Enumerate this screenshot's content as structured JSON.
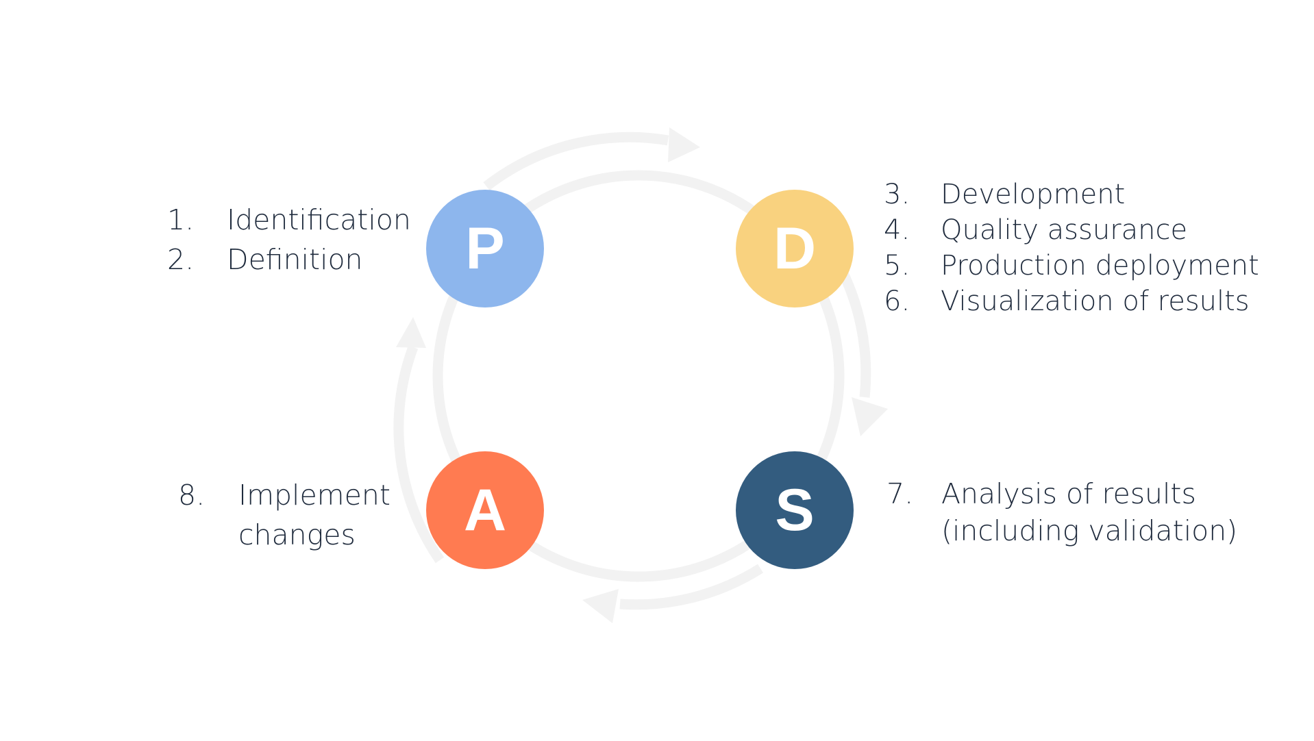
{
  "colors": {
    "plan": "#8db6ed",
    "do": "#f9d27f",
    "study": "#335c7f",
    "act": "#ff7b51",
    "arrow": "#f2f2f2",
    "text": "#1f2b3d"
  },
  "stages": {
    "plan": {
      "letter": "P",
      "steps": [
        {
          "num": "1.",
          "text": "Identification"
        },
        {
          "num": "2.",
          "text": "Definition"
        }
      ]
    },
    "do": {
      "letter": "D",
      "steps": [
        {
          "num": "3.",
          "text": "Development"
        },
        {
          "num": "4.",
          "text": "Quality assurance"
        },
        {
          "num": "5.",
          "text": "Production deployment"
        },
        {
          "num": "6.",
          "text": "Visualization of results"
        }
      ]
    },
    "study": {
      "letter": "S",
      "steps": [
        {
          "num": "7.",
          "text": "Analysis of results\n(including validation)"
        }
      ]
    },
    "act": {
      "letter": "A",
      "steps": [
        {
          "num": "8.",
          "text": "Implement\nchanges"
        }
      ]
    }
  }
}
